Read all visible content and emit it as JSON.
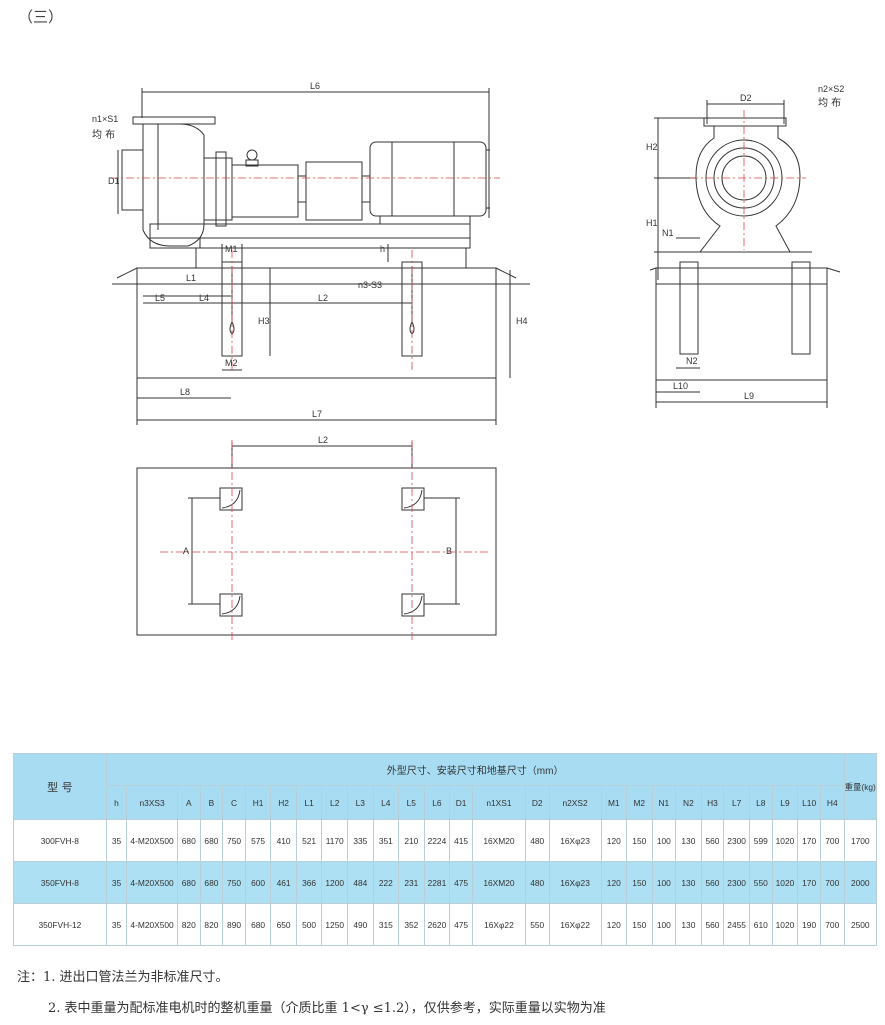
{
  "section_label": "（三）",
  "drawing_labels": {
    "L6": "L6",
    "n1S1": "n1×S1",
    "junbu": "均 布",
    "D1": "D1",
    "M1": "M1",
    "h": "h",
    "L1": "L1",
    "L5": "L5",
    "L4": "L4",
    "L2": "L2",
    "n3S3": "n3-S3",
    "H3": "H3",
    "H4": "H4",
    "M2": "M2",
    "L8": "L8",
    "L7": "L7",
    "D2": "D2",
    "n2S2": "n2×S2",
    "H2": "H2",
    "H1": "H1",
    "N1": "N1",
    "N2": "N2",
    "L10": "L10",
    "L9": "L9",
    "A": "A",
    "B": "B"
  },
  "table": {
    "model_header": "型  号",
    "group_header": "外型尺寸、安装尺寸和地基尺寸（mm）",
    "weight_header": "重量(kg)",
    "columns": [
      "h",
      "n3XS3",
      "A",
      "B",
      "C",
      "H1",
      "H2",
      "L1",
      "L2",
      "L3",
      "L4",
      "L5",
      "L6",
      "D1",
      "n1XS1",
      "D2",
      "n2XS2",
      "M1",
      "M2",
      "N1",
      "N2",
      "H3",
      "L7",
      "L8",
      "L9",
      "L10",
      "H4"
    ],
    "rows": [
      {
        "model": "300FVH-8",
        "values": [
          "35",
          "4-M20X500",
          "680",
          "680",
          "750",
          "575",
          "410",
          "521",
          "1170",
          "335",
          "351",
          "210",
          "2224",
          "415",
          "16XM20",
          "480",
          "16Xφ23",
          "120",
          "150",
          "100",
          "130",
          "560",
          "2300",
          "599",
          "1020",
          "170",
          "700"
        ],
        "weight": "1700"
      },
      {
        "model": "350FVH-8",
        "values": [
          "35",
          "4-M20X500",
          "680",
          "680",
          "750",
          "600",
          "461",
          "366",
          "1200",
          "484",
          "222",
          "231",
          "2281",
          "475",
          "16XM20",
          "480",
          "16Xφ23",
          "120",
          "150",
          "100",
          "130",
          "560",
          "2300",
          "550",
          "1020",
          "170",
          "700"
        ],
        "weight": "2000"
      },
      {
        "model": "350FVH-12",
        "values": [
          "35",
          "4-M20X500",
          "820",
          "820",
          "890",
          "680",
          "650",
          "500",
          "1250",
          "490",
          "315",
          "352",
          "2620",
          "475",
          "16Xφ22",
          "550",
          "16Xφ22",
          "120",
          "150",
          "100",
          "130",
          "560",
          "2455",
          "610",
          "1020",
          "190",
          "700"
        ],
        "weight": "2500"
      }
    ]
  },
  "notes": {
    "line1": "注：1. 进出口管法兰为非标准尺寸。",
    "line2": "2. 表中重量为配标准电机时的整机重量（介质比重 1<γ ≤1.2），仅供参考，实际重量以实物为准"
  }
}
